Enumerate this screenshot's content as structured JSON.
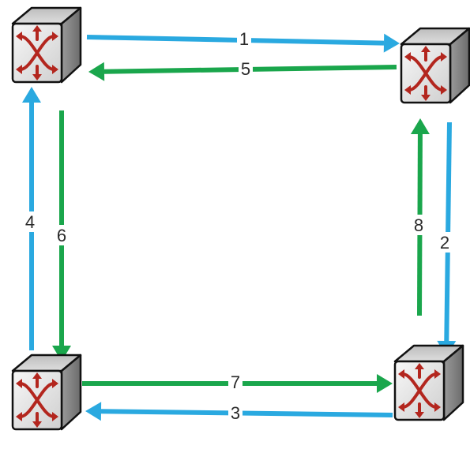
{
  "colors": {
    "blue": "#2aa9e0",
    "green": "#1aa64c",
    "switch_front": "#e8e8e8",
    "switch_icon": "#b3261e"
  },
  "nodes": [
    {
      "id": "switch-top-left",
      "icon": "network-switch-icon"
    },
    {
      "id": "switch-top-right",
      "icon": "network-switch-icon"
    },
    {
      "id": "switch-bottom-left",
      "icon": "network-switch-icon"
    },
    {
      "id": "switch-bottom-right",
      "icon": "network-switch-icon"
    }
  ],
  "links": [
    {
      "label": "1",
      "color": "blue",
      "from": "switch-top-left",
      "to": "switch-top-right"
    },
    {
      "label": "2",
      "color": "blue",
      "from": "switch-top-right",
      "to": "switch-bottom-right"
    },
    {
      "label": "3",
      "color": "blue",
      "from": "switch-bottom-right",
      "to": "switch-bottom-left"
    },
    {
      "label": "4",
      "color": "blue",
      "from": "switch-bottom-left",
      "to": "switch-top-left"
    },
    {
      "label": "5",
      "color": "green",
      "from": "switch-top-right",
      "to": "switch-top-left"
    },
    {
      "label": "6",
      "color": "green",
      "from": "switch-top-left",
      "to": "switch-bottom-left"
    },
    {
      "label": "7",
      "color": "green",
      "from": "switch-bottom-left",
      "to": "switch-bottom-right"
    },
    {
      "label": "8",
      "color": "green",
      "from": "switch-bottom-right",
      "to": "switch-top-right"
    }
  ]
}
